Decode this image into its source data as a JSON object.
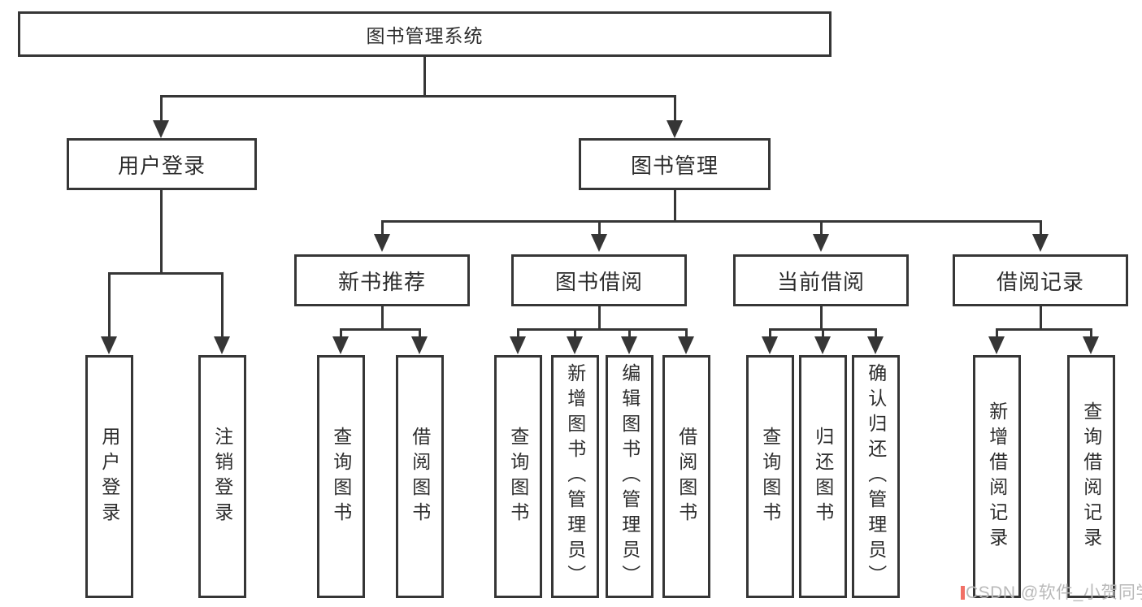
{
  "colors": {
    "line": "#363636",
    "text": "#2d2d2d",
    "box_background": "#ffffff",
    "watermark": "#b9b9b9",
    "watermark_accent": "#ee4c40"
  },
  "tree": {
    "label": "图书管理系统",
    "children": [
      {
        "label": "用户登录",
        "children": [
          {
            "label": "用户登录"
          },
          {
            "label": "注销登录"
          }
        ]
      },
      {
        "label": "图书管理",
        "children": [
          {
            "label": "新书推荐",
            "children": [
              {
                "label": "查询图书"
              },
              {
                "label": "借阅图书"
              }
            ]
          },
          {
            "label": "图书借阅",
            "children": [
              {
                "label": "查询图书"
              },
              {
                "label": "新增图书（管理员）"
              },
              {
                "label": "编辑图书（管理员）"
              },
              {
                "label": "借阅图书"
              }
            ]
          },
          {
            "label": "当前借阅",
            "children": [
              {
                "label": "查询图书"
              },
              {
                "label": "归还图书"
              },
              {
                "label": "确认归还（管理员）"
              }
            ]
          },
          {
            "label": "借阅记录",
            "children": [
              {
                "label": "新增借阅记录"
              },
              {
                "label": "查询借阅记录"
              }
            ]
          }
        ]
      }
    ]
  },
  "watermark": {
    "text": "CSDN @软件_小贺同学"
  }
}
